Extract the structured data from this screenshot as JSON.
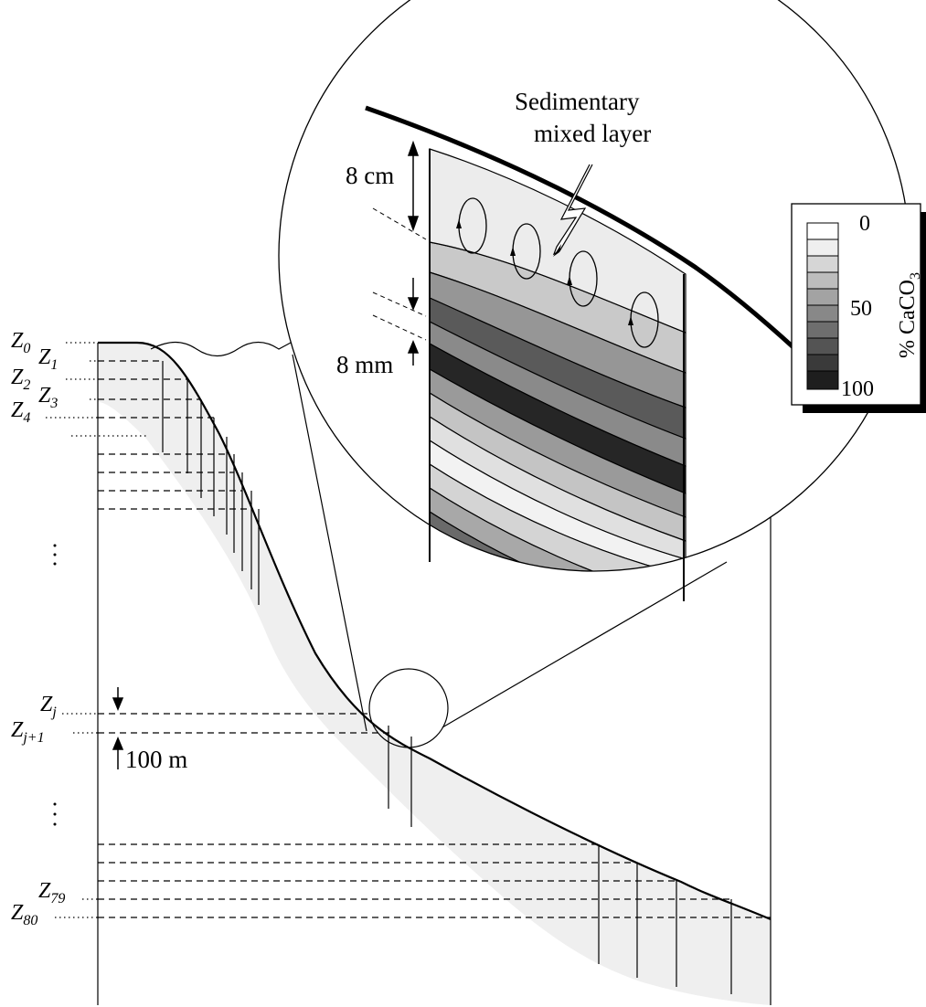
{
  "depth_labels": {
    "z0": {
      "base": "Z",
      "sub": "0"
    },
    "z1": {
      "base": "Z",
      "sub": "1"
    },
    "z2": {
      "base": "Z",
      "sub": "2"
    },
    "z3": {
      "base": "Z",
      "sub": "3"
    },
    "z4": {
      "base": "Z",
      "sub": "4"
    },
    "zj": {
      "base": "Z",
      "sub": "j"
    },
    "zj1": {
      "base": "Z",
      "sub": "j+1"
    },
    "z79": {
      "base": "Z",
      "sub": "79"
    },
    "z80": {
      "base": "Z",
      "sub": "80"
    }
  },
  "annotations": {
    "layer_spacing": "100 m",
    "mixed_layer_thickness": "8 cm",
    "slice_thickness": "8 mm",
    "mixed_layer_line1": "Sedimentary",
    "mixed_layer_line2": "mixed layer"
  },
  "legend": {
    "label_prefix": "% CaCO",
    "label_sub": "3",
    "ticks": [
      "0",
      "50",
      "100"
    ]
  }
}
